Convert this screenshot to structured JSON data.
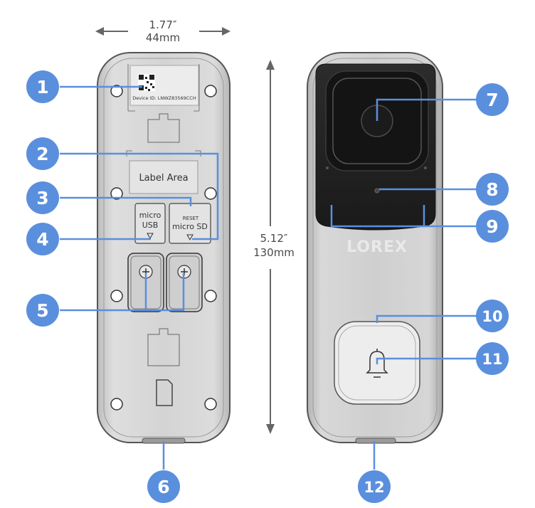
{
  "dimensions": {
    "width_in": "1.77″",
    "width_mm": "44mm",
    "height_in": "5.12″",
    "height_mm": "130mm"
  },
  "back_panel": {
    "device_id": "Device ID: LNWZ83569CCH",
    "label_area": "Label Area",
    "micro_usb_line1": "micro",
    "micro_usb_line2": "USB",
    "reset": "RESET",
    "micro_sd": "micro SD"
  },
  "front_panel": {
    "brand": "LOREX"
  },
  "callouts": [
    "1",
    "2",
    "3",
    "4",
    "5",
    "6",
    "7",
    "8",
    "9",
    "10",
    "11",
    "12"
  ],
  "colors": {
    "callout_blue": "#5a8fde",
    "leader_blue": "#5a8fde",
    "housing_gray": "#d7d7d7",
    "housing_outline": "#555555",
    "face_black": "#222222",
    "button_light": "#e6e6e6"
  },
  "icons": [
    "arrow-left-icon",
    "arrow-right-icon",
    "arrow-double-vertical-icon",
    "qr-code-icon",
    "bell-icon",
    "sd-card-icon",
    "screw-icon"
  ]
}
